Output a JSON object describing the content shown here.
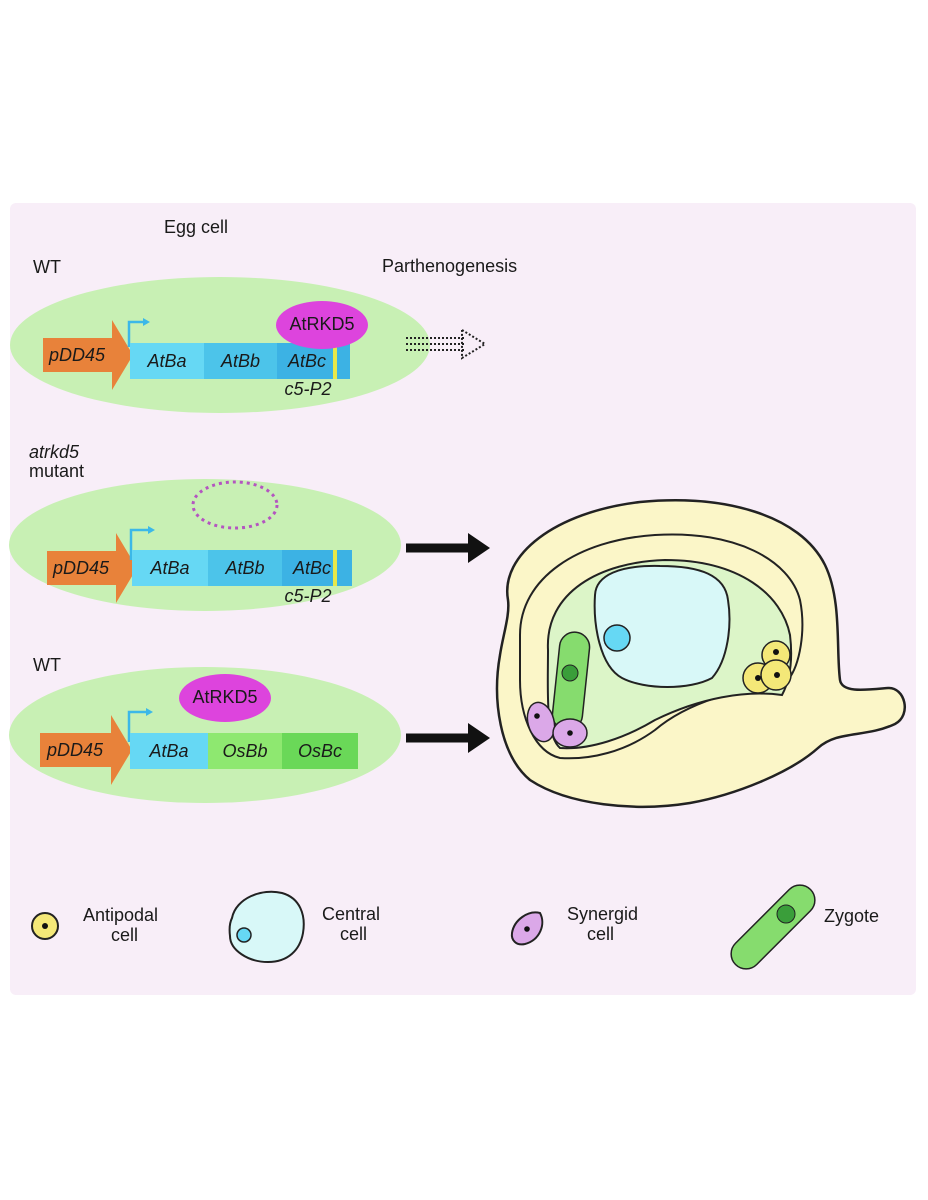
{
  "header": {
    "egg_cell": "Egg cell",
    "parthenogenesis": "Parthenogenesis"
  },
  "rows": [
    {
      "label_line1": "WT",
      "label_line2": "",
      "promoter": "pDD45",
      "genes": [
        "AtBa",
        "AtBb",
        "AtBc"
      ],
      "variant": "c5-P2",
      "protein": "AtRKD5"
    },
    {
      "label_line1": "atrkd5",
      "label_line2": "mutant",
      "promoter": "pDD45",
      "genes": [
        "AtBa",
        "AtBb",
        "AtBc"
      ],
      "variant": "c5-P2",
      "protein": ""
    },
    {
      "label_line1": "WT",
      "label_line2": "",
      "promoter": "pDD45",
      "genes": [
        "AtBa",
        "OsBb",
        "OsBc"
      ],
      "variant": "",
      "protein": "AtRKD5"
    }
  ],
  "legend": [
    {
      "line1": "Antipodal",
      "line2": "cell",
      "icon": "antipodal-cell-icon"
    },
    {
      "line1": "Central",
      "line2": "cell",
      "icon": "central-cell-icon"
    },
    {
      "line1": "Synergid",
      "line2": "cell",
      "icon": "synergid-cell-icon"
    },
    {
      "line1": "Zygote",
      "line2": "",
      "icon": "zygote-icon"
    }
  ],
  "colors": {
    "panel": "#f8eef8",
    "egg_cell_fill": "#c8f0b4",
    "promoter": "#e8823a",
    "atba": "#66d8f4",
    "atbb": "#4cc4ea",
    "atbc": "#3cb2e4",
    "osb": "#7ee26a",
    "protein": "#dd44dd",
    "ovule": "#fbf6c8",
    "embryo_sac": "#dcf5c8",
    "central": "#d8f8f8",
    "antipodal": "#f4e878",
    "synergid": "#dba8e8",
    "zygote": "#86dc6e"
  }
}
